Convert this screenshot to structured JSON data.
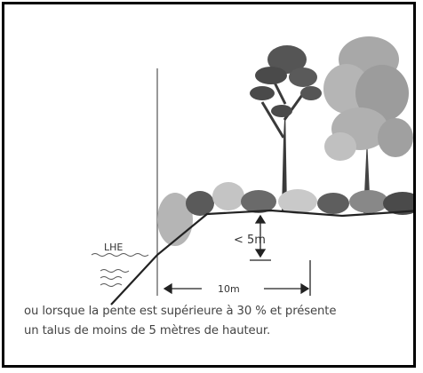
{
  "labels": {
    "water_level": "LHE",
    "height": "< 5m",
    "distance": "10m"
  },
  "caption": {
    "line1": "ou lorsque la pente est supérieure à 30 % et présente",
    "line2": "un talus de moins de 5 mètres de hauteur."
  },
  "colors": {
    "frame": "#000000",
    "line": "#222222",
    "foliage_dark": "#4a4a4a",
    "foliage_light": "#bdbdbd"
  }
}
